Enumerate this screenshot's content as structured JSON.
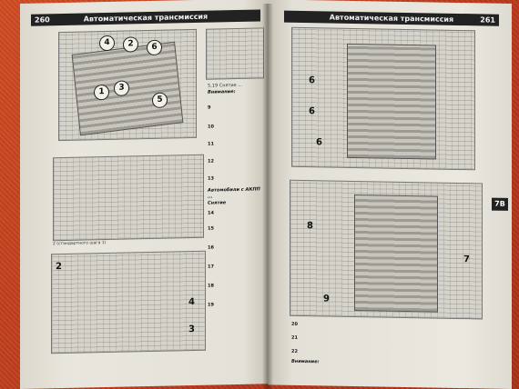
{
  "left_page": {
    "page_number": "260",
    "header_title": "Автоматическая трансмиссия",
    "fig1_callouts": [
      "4",
      "2",
      "6",
      "3",
      "1",
      "5"
    ],
    "fig2_caption": "2 (стандартного шага 1)",
    "fig3_labels": [
      "2",
      "4",
      "3"
    ],
    "col_text": [
      {
        "t": "5.19 Снятие ...",
        "s": "n"
      },
      {
        "t": "Внимание:",
        "s": "i"
      },
      {
        "t": "9",
        "s": "b"
      },
      {
        "t": "10",
        "s": "b"
      },
      {
        "t": "11",
        "s": "b"
      },
      {
        "t": "12",
        "s": "b"
      },
      {
        "t": "13",
        "s": "b"
      },
      {
        "t": "Автомобили с АКПП ...",
        "s": "i"
      },
      {
        "t": "Снятие",
        "s": "i"
      },
      {
        "t": "14",
        "s": "b"
      },
      {
        "t": "15",
        "s": "b"
      },
      {
        "t": "16",
        "s": "b"
      },
      {
        "t": "17",
        "s": "b"
      },
      {
        "t": "18",
        "s": "b"
      },
      {
        "t": "19",
        "s": "b"
      }
    ]
  },
  "right_page": {
    "page_number": "261",
    "header_title": "Автоматическая трансмиссия",
    "fig_top_labels": [
      "6",
      "6",
      "6"
    ],
    "fig_bottom_labels": [
      "8",
      "7",
      "9"
    ],
    "side_tab": "7B",
    "bottom_text": [
      {
        "t": "20",
        "s": "b"
      },
      {
        "t": "21",
        "s": "b"
      },
      {
        "t": "22",
        "s": "b"
      },
      {
        "t": "Внимание:",
        "s": "i"
      }
    ]
  }
}
